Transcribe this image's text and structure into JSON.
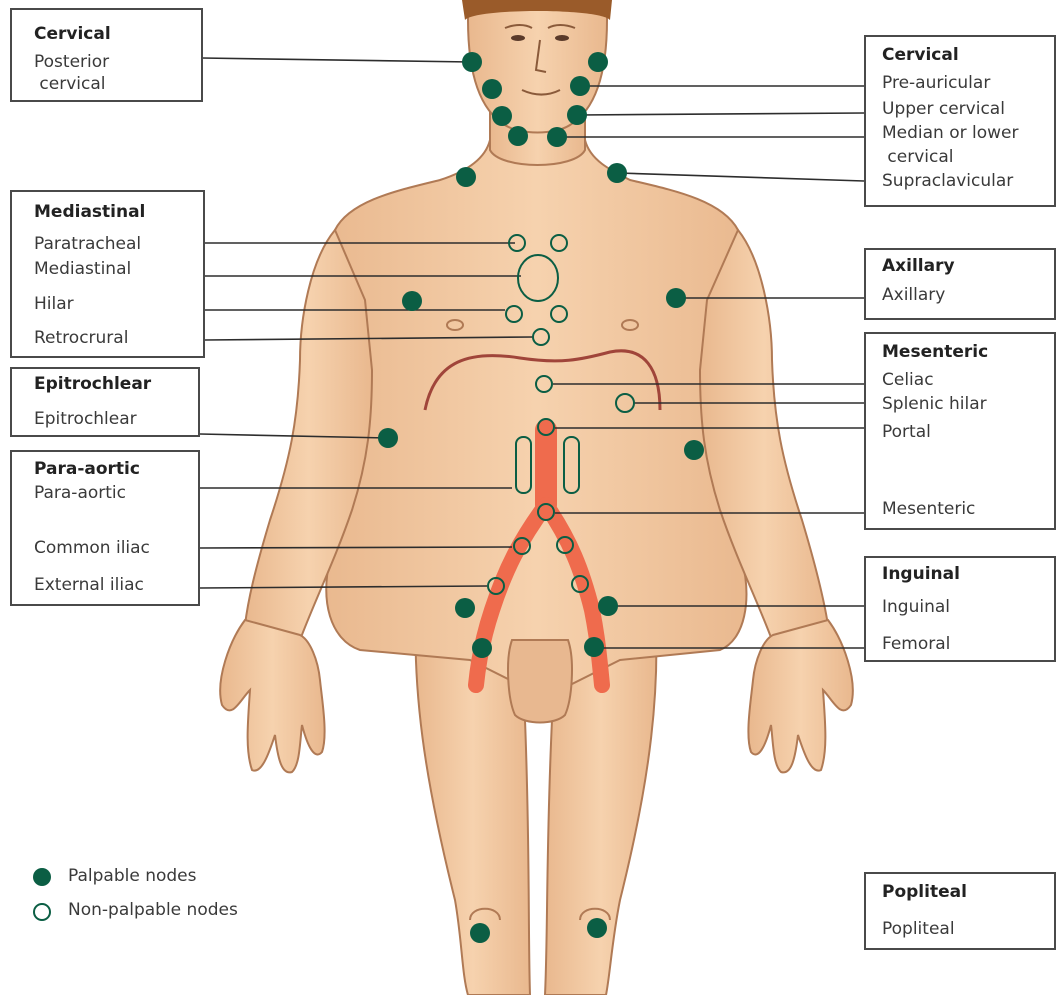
{
  "colors": {
    "skin": "#f2c9a3",
    "skin_shadow": "#d9a37c",
    "skin_outline": "#b07a55",
    "hair": "#9a5b2a",
    "node_fill": "#0b5e44",
    "artery": "#ef6b4d",
    "diaphragm": "#a0453a",
    "leader": "#2d2d2d"
  },
  "boxes": {
    "cervical_left": {
      "title": "Cervical",
      "items": [
        "Posterior",
        " cervical"
      ]
    },
    "cervical_right": {
      "title": "Cervical",
      "items": [
        "Pre-auricular",
        "Upper cervical",
        "Median or lower",
        " cervical",
        "Supraclavicular"
      ]
    },
    "mediastinal": {
      "title": "Mediastinal",
      "items": [
        "Paratracheal",
        "Mediastinal",
        "Hilar",
        "Retrocrural"
      ]
    },
    "epitrochlear": {
      "title": "Epitrochlear",
      "items": [
        "Epitrochlear"
      ]
    },
    "para_aortic": {
      "title": "Para-aortic",
      "items": [
        "Para-aortic",
        "Common iliac",
        "External iliac"
      ]
    },
    "axillary": {
      "title": "Axillary",
      "items": [
        "Axillary"
      ]
    },
    "mesenteric": {
      "title": "Mesenteric",
      "items": [
        "Celiac",
        "Splenic hilar",
        "Portal",
        "Mesenteric"
      ]
    },
    "inguinal": {
      "title": "Inguinal",
      "items": [
        "Inguinal",
        "Femoral"
      ]
    },
    "popliteal": {
      "title": "Popliteal",
      "items": [
        "Popliteal"
      ]
    }
  },
  "legend": {
    "palpable": "Palpable nodes",
    "non_palpable": "Non-palpable nodes"
  }
}
